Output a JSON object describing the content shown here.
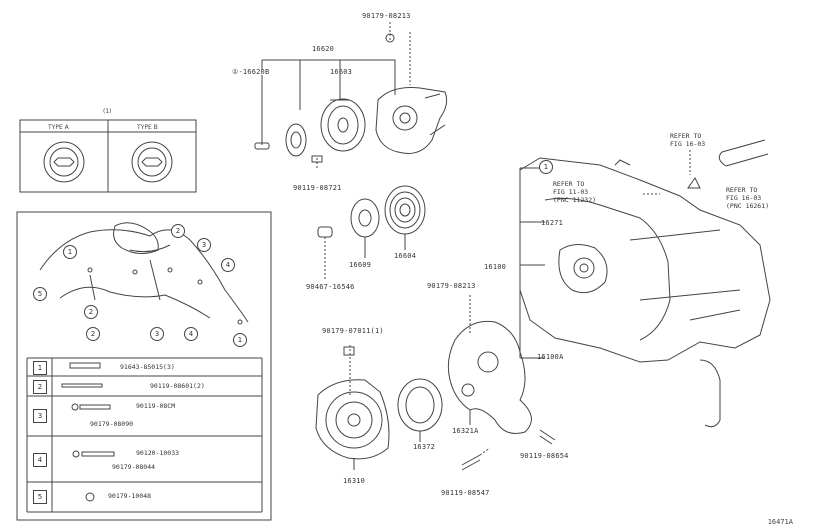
{
  "callouts": {
    "p90179_top": "90179-08213",
    "p16620": "16620",
    "p90119": "①-16620B",
    "p16603": "16603",
    "p90119_08721": "90119-08721",
    "p16609": "16609",
    "p16604": "16604",
    "p90467": "90467-16546",
    "p90179_mid": "90179-08213",
    "p16100": "16100",
    "p16271": "16271",
    "p16100a": "16100A",
    "p90179_left": "90179-07011(1)",
    "p16372": "16372",
    "p16321a": "16321A",
    "p16310": "16310",
    "p90119_right": "90119-08654",
    "p90119_bottom": "90119-08547"
  },
  "refer_notes": {
    "note1": "REFER TO\nFIG 16-03",
    "note2": "REFER TO\nFIG 11-03\n(PNC 11232)",
    "note3": "REFER TO\nFIG 16-03\n(PNC 16261)"
  },
  "type_box": {
    "header": "(1)",
    "type_a": "TYPE A",
    "type_b": "TYPE B"
  },
  "legend": [
    {
      "num": "1",
      "part": "91643-85015(3)"
    },
    {
      "num": "2",
      "part": "90119-08601(2)"
    },
    {
      "num": "3",
      "part_a": "90119-08CM",
      "part_b": "90179-08090"
    },
    {
      "num": "4",
      "part_a": "90120-10033",
      "part_b": "90179-08044"
    },
    {
      "num": "5",
      "part": "90179-10048"
    }
  ],
  "figure_code": "16471A"
}
